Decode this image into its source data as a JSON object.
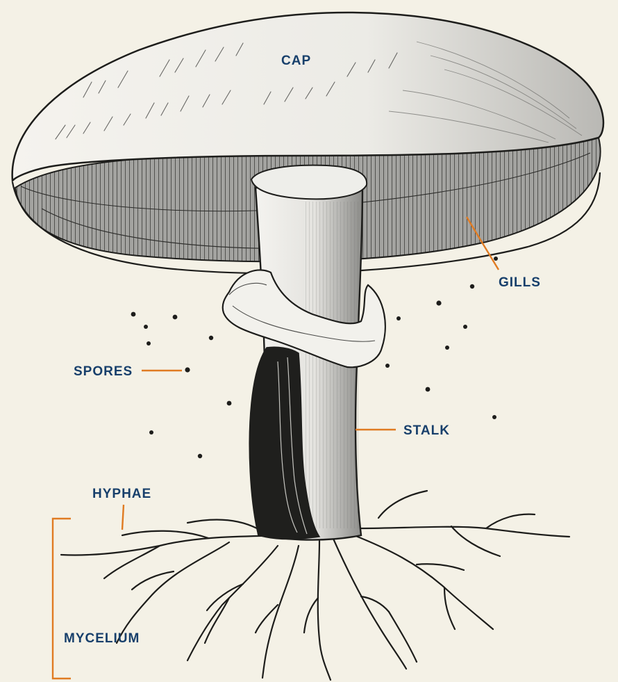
{
  "diagram": {
    "labels": {
      "cap": "CAP",
      "gills": "GILLS",
      "spores": "SPORES",
      "stalk": "STALK",
      "hyphae": "HYPHAE",
      "mycelium": "MYCELIUM"
    },
    "colors": {
      "background": "#f4f1e6",
      "label_text": "#173f6b",
      "leader_line": "#e07b22",
      "ink": "#1d1d1b",
      "cap_fill": "#f2f0ea",
      "gill_fill": "#8f8f8d"
    }
  }
}
